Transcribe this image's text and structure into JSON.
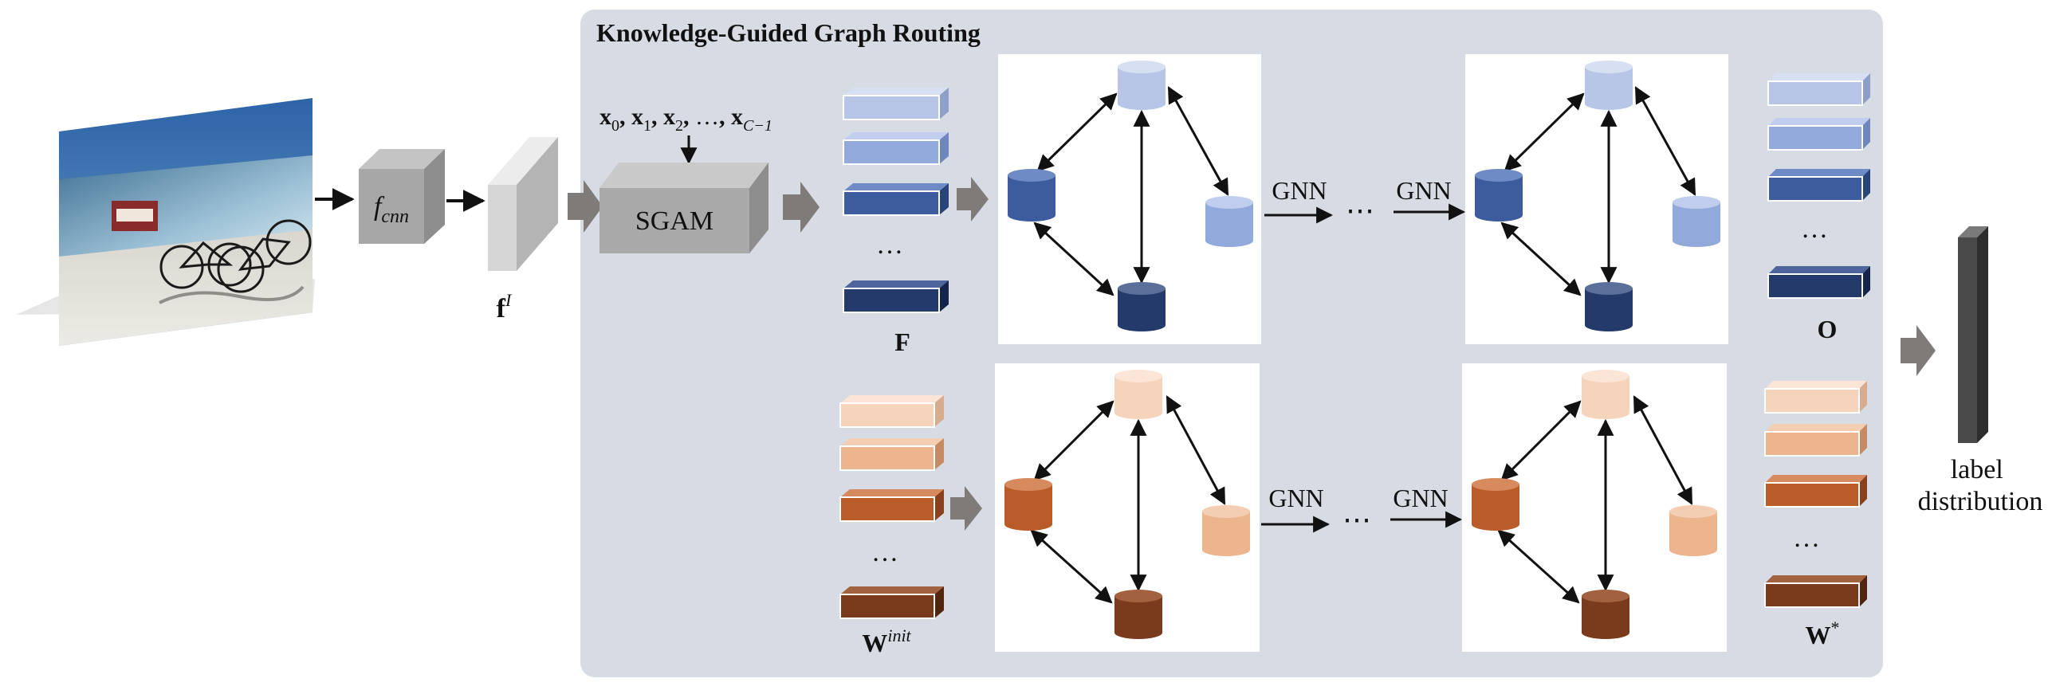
{
  "panel": {
    "title": "Knowledge-Guided Graph Routing"
  },
  "labels": {
    "fcnn": {
      "base": "f",
      "sub": "cnn"
    },
    "feature_image": {
      "base": "f",
      "sup": "I"
    },
    "sgam": "SGAM",
    "input_vectors": {
      "items": [
        {
          "base": "x",
          "sub": "0"
        },
        {
          "base": "x",
          "sub": "1"
        },
        {
          "base": "x",
          "sub": "2"
        },
        {
          "base": "x",
          "sub": "C−1"
        }
      ],
      "ellipsis": "…"
    },
    "F": "F",
    "O": "O",
    "W_init": {
      "base": "W",
      "sup": "init"
    },
    "W_star": {
      "base": "W",
      "sup": "*"
    },
    "gnn": "GNN",
    "ellipsis": "…",
    "dots": "⋯",
    "label_distribution": [
      "label",
      "distribution"
    ]
  },
  "colors": {
    "panel_bg": "#d6dbe4",
    "blue": [
      "#b7c6e6",
      "#92a9dc",
      "#3d5c9e",
      "#243a6a"
    ],
    "orange": [
      "#f6d3bb",
      "#ecb58d",
      "#b95c2a",
      "#7a3b1c"
    ],
    "grey_cube": "#a7a7a7",
    "arrow_grey": "#7f7b78",
    "output_bar": "#4a4a4a"
  }
}
